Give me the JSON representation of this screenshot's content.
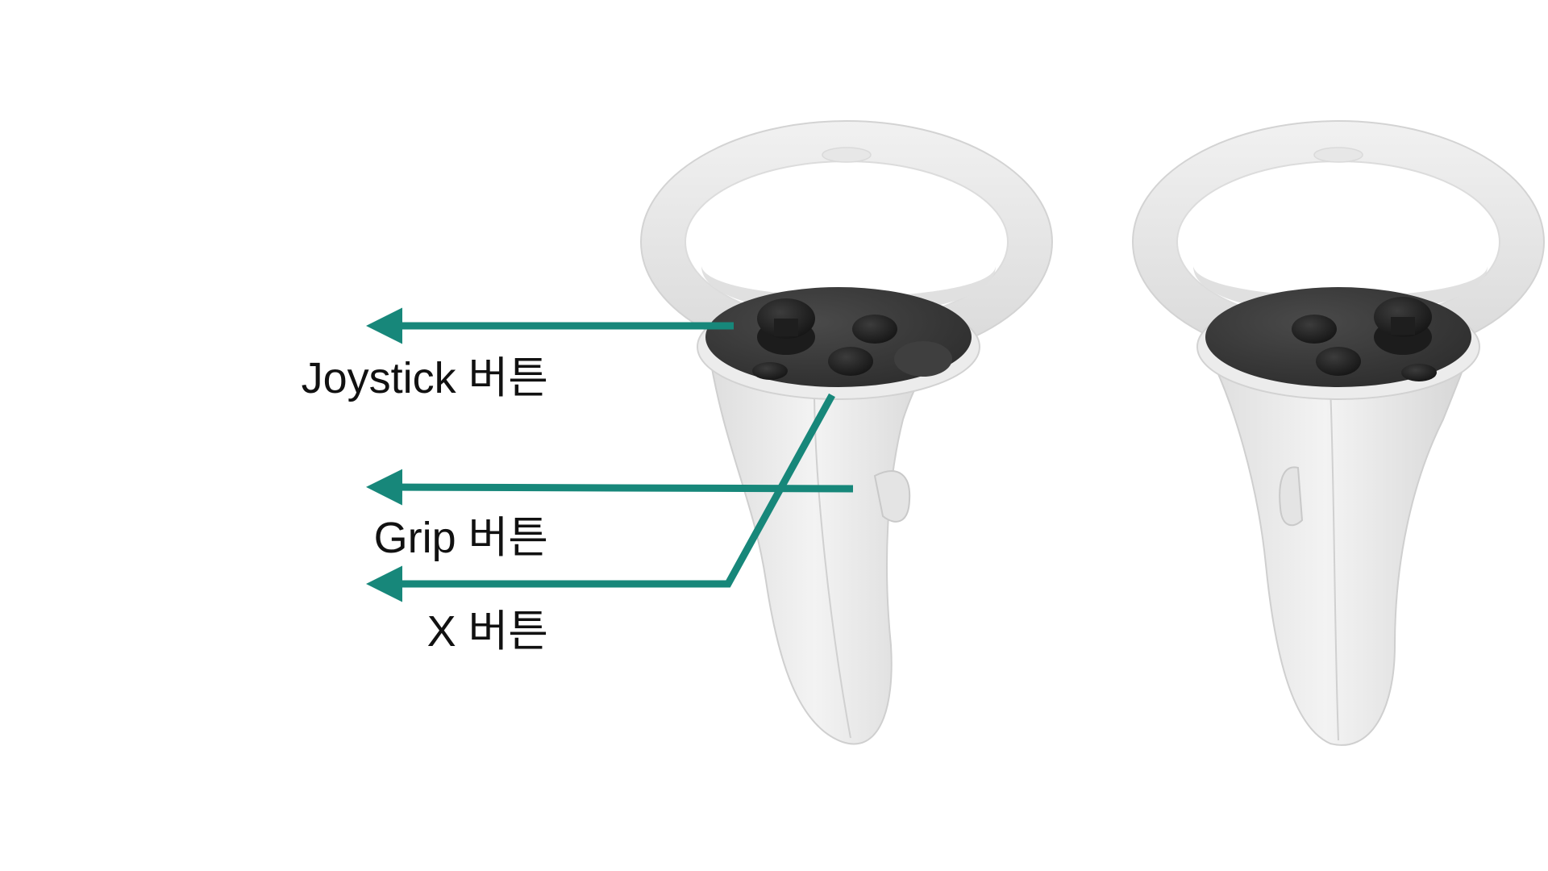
{
  "callouts": {
    "joystick": "Joystick 버튼",
    "grip": "Grip 버튼",
    "x": "X 버튼"
  },
  "colors": {
    "arrow": "#17877a",
    "controller_body": "#e9e9e9",
    "controller_shade": "#d4d4d4",
    "face_plate": "#3a3a3a",
    "label_text": "#111111"
  },
  "objects": {
    "left_controller": "left-vr-controller",
    "right_controller": "right-vr-controller"
  }
}
